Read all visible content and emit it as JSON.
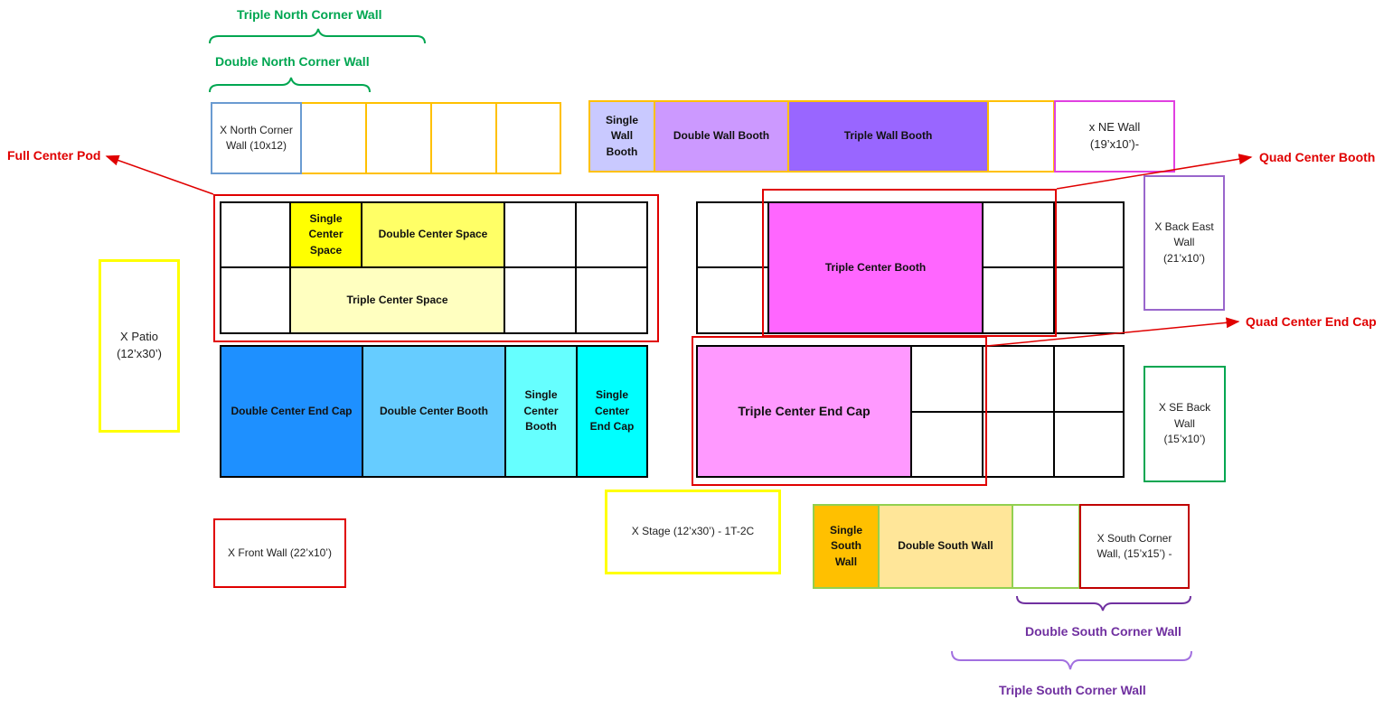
{
  "labels": {
    "triple_north_corner_wall": "Triple North Corner Wall",
    "double_north_corner_wall": "Double North Corner Wall",
    "full_center_pod": "Full Center Pod",
    "quad_center_booth": "Quad Center Booth",
    "quad_center_end_cap": "Quad Center End Cap",
    "double_south_corner_wall": "Double South Corner Wall",
    "triple_south_corner_wall": "Triple South Corner Wall"
  },
  "north_row": {
    "north_corner": "X North Corner\nWall (10x12)",
    "single_wall_booth": "Single\nWall\nBooth",
    "double_wall_booth": "Double Wall Booth",
    "triple_wall_booth": "Triple Wall Booth",
    "ne_wall": "x NE Wall\n(19’x10’)-"
  },
  "center_pod_left": {
    "single_center_space": "Single\nCenter\nSpace",
    "double_center_space": "Double Center Space",
    "triple_center_space": "Triple Center Space"
  },
  "center_pod_right": {
    "triple_center_booth": "Triple Center Booth",
    "triple_center_end_cap": "Triple Center End Cap"
  },
  "end_row_left": {
    "double_center_end_cap": "Double Center End Cap",
    "double_center_booth": "Double Center Booth",
    "single_center_booth": "Single\nCenter\nBooth",
    "single_center_end_cap": "Single\nCenter\nEnd Cap"
  },
  "side_spaces": {
    "patio": "X Patio\n(12’x30’)",
    "back_east_wall": "X Back East\nWall\n(21’x10’)",
    "se_back_wall": "X SE Back\nWall\n(15’x10’)",
    "front_wall": "X Front Wall (22’x10’)",
    "stage": "X Stage (12’x30’) - 1T-2C"
  },
  "south_row": {
    "single_south_wall": "Single\nSouth\nWall",
    "double_south_wall": "Double South Wall",
    "south_corner": "X South Corner\nWall, (15’x15’) -"
  },
  "colors": {
    "green": "#00a651",
    "red": "#e00000",
    "purple": "#7030a0",
    "orange_border": "#ffc000",
    "yellow": "#ffff00",
    "light_yellow": "#ffff66",
    "pale_yellow": "#ffffc0",
    "magenta": "#ff66ff",
    "pink": "#ff99ff",
    "blue": "#1e90ff",
    "light_blue": "#66ccff",
    "aqua": "#66ffff",
    "cyan": "#00ffff"
  }
}
